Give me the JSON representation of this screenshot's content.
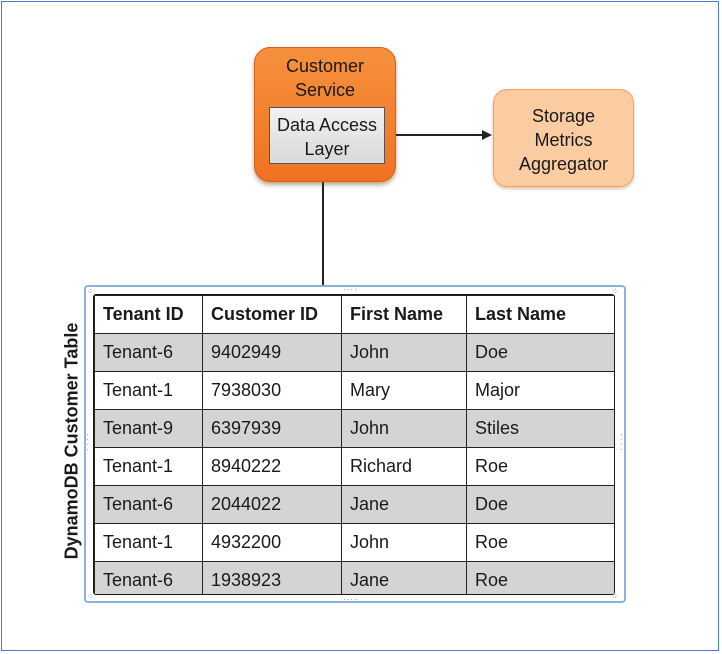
{
  "nodes": {
    "customer_service": "Customer\nService",
    "data_access_layer": "Data Access\nLayer",
    "storage_metrics_aggregator": "Storage\nMetrics\nAggregator"
  },
  "table": {
    "side_label": "DynamoDB Customer Table",
    "columns": [
      "Tenant ID",
      "Customer ID",
      "First Name",
      "Last Name"
    ],
    "rows": [
      [
        "Tenant-6",
        "9402949",
        "John",
        "Doe"
      ],
      [
        "Tenant-1",
        "7938030",
        "Mary",
        "Major"
      ],
      [
        "Tenant-9",
        "6397939",
        "John",
        "Stiles"
      ],
      [
        "Tenant-1",
        "8940222",
        "Richard",
        "Roe"
      ],
      [
        "Tenant-6",
        "2044022",
        "Jane",
        "Doe"
      ],
      [
        "Tenant-1",
        "4932200",
        "John",
        "Roe"
      ],
      [
        "Tenant-6",
        "1938923",
        "Jane",
        "Roe"
      ]
    ]
  },
  "colors": {
    "customer_service_fill": "#f07f2c",
    "aggregator_fill": "#fbcba2",
    "row_shade": "#d4d4d4",
    "frame_border": "#8fb0dc"
  }
}
